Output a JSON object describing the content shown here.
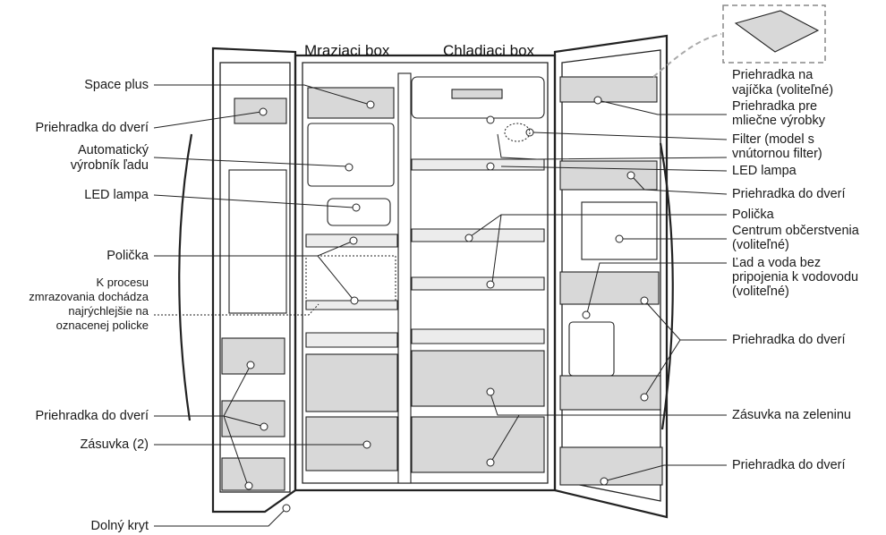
{
  "sections": {
    "freezer": "Mraziaci box",
    "fridge": "Chladiaci box"
  },
  "left_labels": [
    {
      "id": "space-plus",
      "lines": [
        "Space plus"
      ]
    },
    {
      "id": "door-bin-top-left",
      "lines": [
        "Priehradka do dverí"
      ]
    },
    {
      "id": "ice-maker",
      "lines": [
        "Automatický",
        "výrobník ľadu"
      ]
    },
    {
      "id": "led-lamp-left",
      "lines": [
        "LED lampa"
      ]
    },
    {
      "id": "shelf-left",
      "lines": [
        "Polička"
      ]
    },
    {
      "id": "freezing-note",
      "lines": [
        "K procesu",
        "zmrazovania dochádza",
        "najrýchlejšie na",
        "oznacenej policke"
      ]
    },
    {
      "id": "door-bins-left",
      "lines": [
        "Priehradka do dverí"
      ]
    },
    {
      "id": "drawer",
      "lines": [
        "Zásuvka (2)"
      ]
    },
    {
      "id": "bottom-cover",
      "lines": [
        "Dolný kryt"
      ]
    }
  ],
  "right_labels": [
    {
      "id": "egg-tray",
      "lines": [
        "Priehradka na",
        "vajíčka (voliteľné)"
      ]
    },
    {
      "id": "dairy-bin",
      "lines": [
        "Priehradka pre",
        "mliečne výrobky"
      ]
    },
    {
      "id": "filter",
      "lines": [
        "Filter (model s",
        "vnútornou filter)"
      ]
    },
    {
      "id": "led-lamp-right",
      "lines": [
        "LED lampa"
      ]
    },
    {
      "id": "door-bin-right-1",
      "lines": [
        "Priehradka do dverí"
      ]
    },
    {
      "id": "shelf-right",
      "lines": [
        "Polička"
      ]
    },
    {
      "id": "refreshment-center",
      "lines": [
        "Centrum občerstvenia",
        "(voliteľné)"
      ]
    },
    {
      "id": "ice-water",
      "lines": [
        "Ľad a voda bez",
        "pripojenia k vodovodu",
        "(voliteľné)"
      ]
    },
    {
      "id": "door-bin-right-2",
      "lines": [
        "Priehradka do dverí"
      ]
    },
    {
      "id": "vegetable-drawer",
      "lines": [
        "Zásuvka na zeleninu"
      ]
    },
    {
      "id": "door-bin-right-3",
      "lines": [
        "Priehradka do dverí"
      ]
    }
  ]
}
